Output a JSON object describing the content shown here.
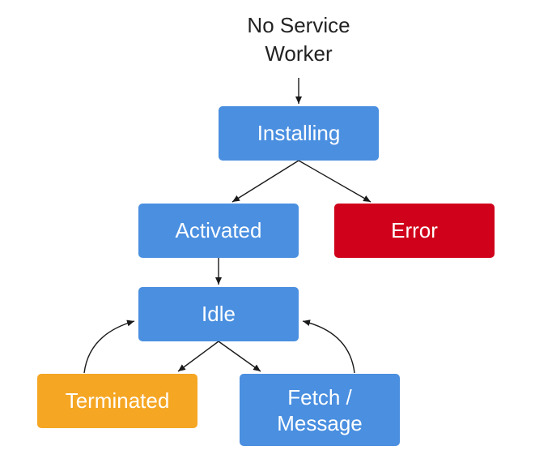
{
  "start_label": {
    "line1": "No Service",
    "line2": "Worker"
  },
  "nodes": {
    "installing": {
      "label": "Installing",
      "color": "#4a8fe0"
    },
    "activated": {
      "label": "Activated",
      "color": "#4a8fe0"
    },
    "error": {
      "label": "Error",
      "color": "#d0021b"
    },
    "idle": {
      "label": "Idle",
      "color": "#4a8fe0"
    },
    "terminated": {
      "label": "Terminated",
      "color": "#f5a623"
    },
    "fetch_message": {
      "line1": "Fetch /",
      "line2": "Message",
      "color": "#4a8fe0"
    }
  },
  "edges": [
    {
      "from": "start",
      "to": "installing"
    },
    {
      "from": "installing",
      "to": "activated"
    },
    {
      "from": "installing",
      "to": "error"
    },
    {
      "from": "activated",
      "to": "idle"
    },
    {
      "from": "idle",
      "to": "terminated"
    },
    {
      "from": "idle",
      "to": "fetch_message"
    },
    {
      "from": "terminated",
      "to": "idle"
    },
    {
      "from": "fetch_message",
      "to": "idle"
    }
  ]
}
